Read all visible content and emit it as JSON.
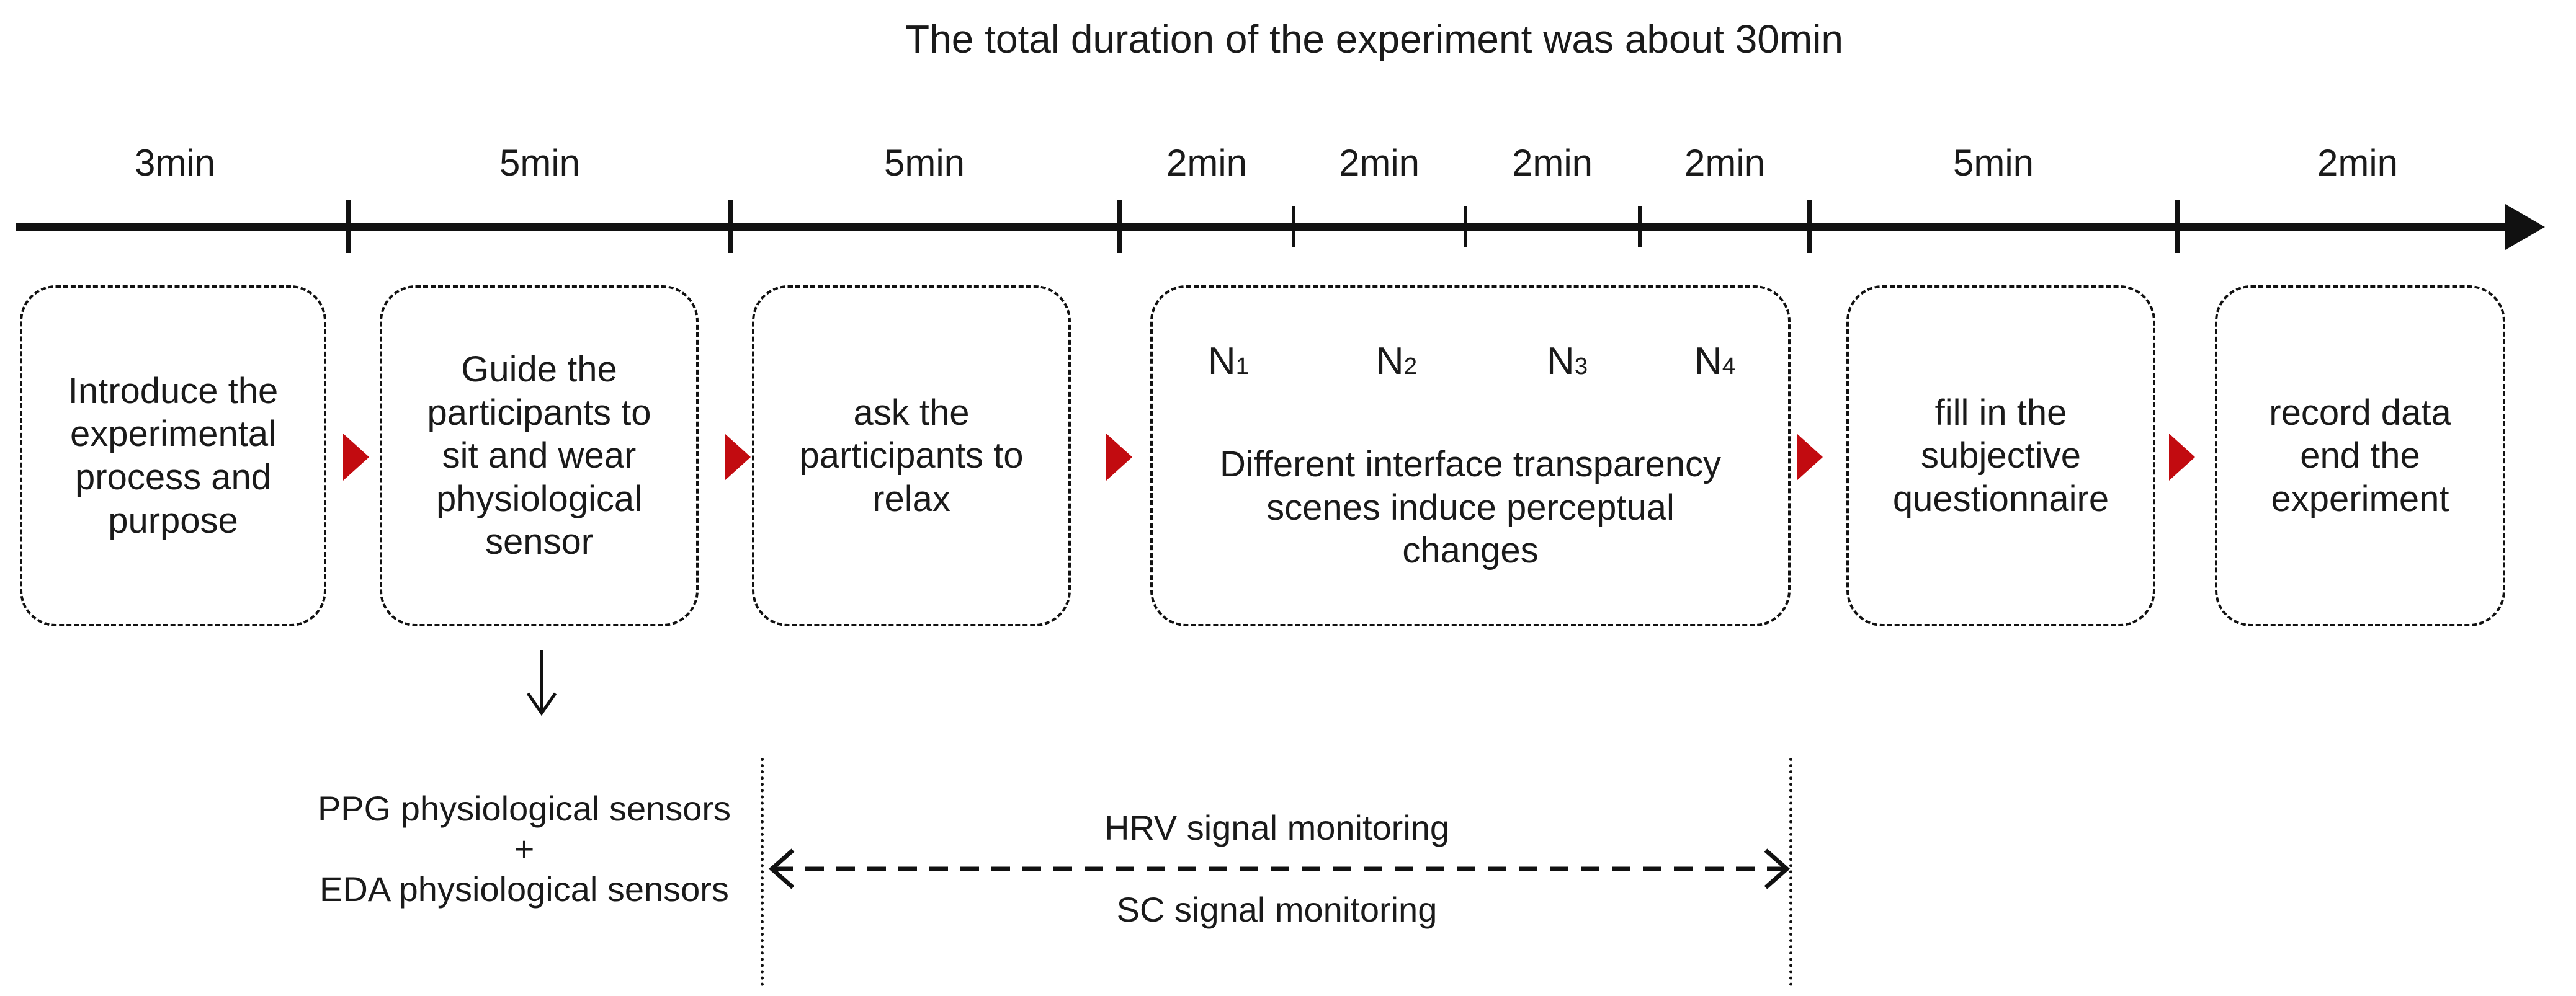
{
  "title": "The total duration of the experiment was about 30min",
  "colors": {
    "ink": "#111111",
    "arrow_red": "#c20b10"
  },
  "timeline": {
    "durations": [
      "3min",
      "5min",
      "5min",
      "2min",
      "2min",
      "2min",
      "2min",
      "5min",
      "2min"
    ]
  },
  "steps": [
    {
      "label": "Introduce the\nexperimental\nprocess and\npurpose"
    },
    {
      "label": "Guide the\nparticipants to\nsit and wear\nphysiological\nsensor"
    },
    {
      "label": "ask the\nparticipants to\nrelax"
    },
    {
      "label": "Different interface transparency\nscenes induce perceptual\nchanges",
      "n_labels": [
        {
          "base": "N",
          "sub": "1"
        },
        {
          "base": "N",
          "sub": "2"
        },
        {
          "base": "N",
          "sub": "3"
        },
        {
          "base": "N",
          "sub": "4"
        }
      ]
    },
    {
      "label": "fill in the\nsubjective\nquestionnaire"
    },
    {
      "label": "record data\nend the\nexperiment"
    }
  ],
  "annotations": {
    "sensors": "PPG physiological sensors\n+\nEDA physiological sensors",
    "hrv": "HRV signal monitoring",
    "sc": "SC signal monitoring"
  }
}
